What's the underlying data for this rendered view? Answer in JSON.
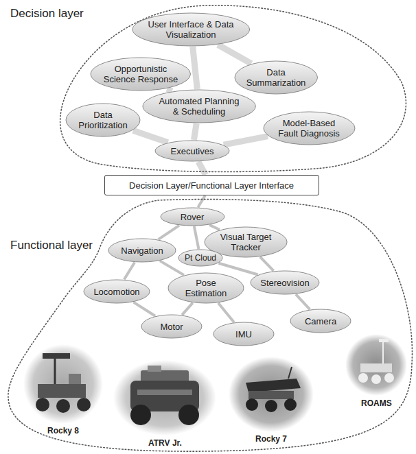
{
  "diagram": {
    "nodes": [
      {
        "text": [
          "Decision layer"
        ]
      },
      {
        "text": [
          "User Interface & Data Visualization"
        ],
        "in": 0
      },
      {
        "text": [
          "Opportunistic Science Response"
        ],
        "in": 0
      },
      {
        "text": [
          "Data Summarization"
        ],
        "in": 0
      },
      {
        "text": [
          "Data Prioritization"
        ],
        "in": 0
      },
      {
        "text": [
          "Automated Planning & Scheduling"
        ],
        "in": 0
      },
      {
        "text": [
          "Model-Based Fault Diagnosis"
        ],
        "in": 0
      },
      {
        "text": [
          "Executives"
        ],
        "in": 0
      },
      {
        "text": [
          "Decision Layer/Functional Layer Interface"
        ]
      },
      {
        "text": [
          "Functional layer"
        ]
      },
      {
        "text": [
          "Rover"
        ],
        "in": 9
      },
      {
        "text": [
          "Navigation"
        ],
        "in": 9
      },
      {
        "text": [
          "Visual Target Tracker"
        ],
        "in": 9
      },
      {
        "text": [
          "Pt Cloud"
        ],
        "in": 9
      },
      {
        "text": [
          "Locomotion"
        ],
        "in": 9
      },
      {
        "text": [
          "Pose Estimation"
        ],
        "in": 9
      },
      {
        "text": [
          "Stereovision"
        ],
        "in": 9
      },
      {
        "text": [
          "Motor"
        ],
        "in": 9
      },
      {
        "text": [
          "IMU"
        ],
        "in": 9
      },
      {
        "text": [
          "Camera"
        ],
        "in": 9
      }
    ],
    "edges": [
      {
        "from": 7,
        "to": 8,
        "arrow": "none"
      },
      {
        "from": 5,
        "to": 7,
        "arrow": "none"
      },
      {
        "from": 4,
        "to": 7,
        "arrow": "none"
      },
      {
        "from": 6,
        "to": 7,
        "arrow": "none"
      },
      {
        "from": 2,
        "to": 5,
        "arrow": "none"
      },
      {
        "from": 1,
        "to": 5,
        "arrow": "none"
      },
      {
        "from": 3,
        "to": 1,
        "arrow": "none"
      },
      {
        "from": 8,
        "to": 10,
        "arrow": "none"
      },
      {
        "from": 10,
        "to": 11,
        "arrow": "none"
      },
      {
        "from": 10,
        "to": 12,
        "arrow": "none"
      },
      {
        "from": 10,
        "to": 13,
        "arrow": "none"
      },
      {
        "from": 11,
        "to": 14,
        "arrow": "none"
      },
      {
        "from": 11,
        "to": 15,
        "arrow": "none"
      },
      {
        "from": 13,
        "to": 16,
        "arrow": "none"
      },
      {
        "from": 12,
        "to": 16,
        "arrow": "none"
      },
      {
        "from": 14,
        "to": 17,
        "arrow": "none"
      },
      {
        "from": 15,
        "to": 17,
        "arrow": "none"
      },
      {
        "from": 15,
        "to": 18,
        "arrow": "none"
      },
      {
        "from": 16,
        "to": 19,
        "arrow": "none"
      }
    ],
    "labels": [
      "Rocky 8",
      "ATRV Jr.",
      "Rocky 7",
      "ROAMS"
    ]
  }
}
